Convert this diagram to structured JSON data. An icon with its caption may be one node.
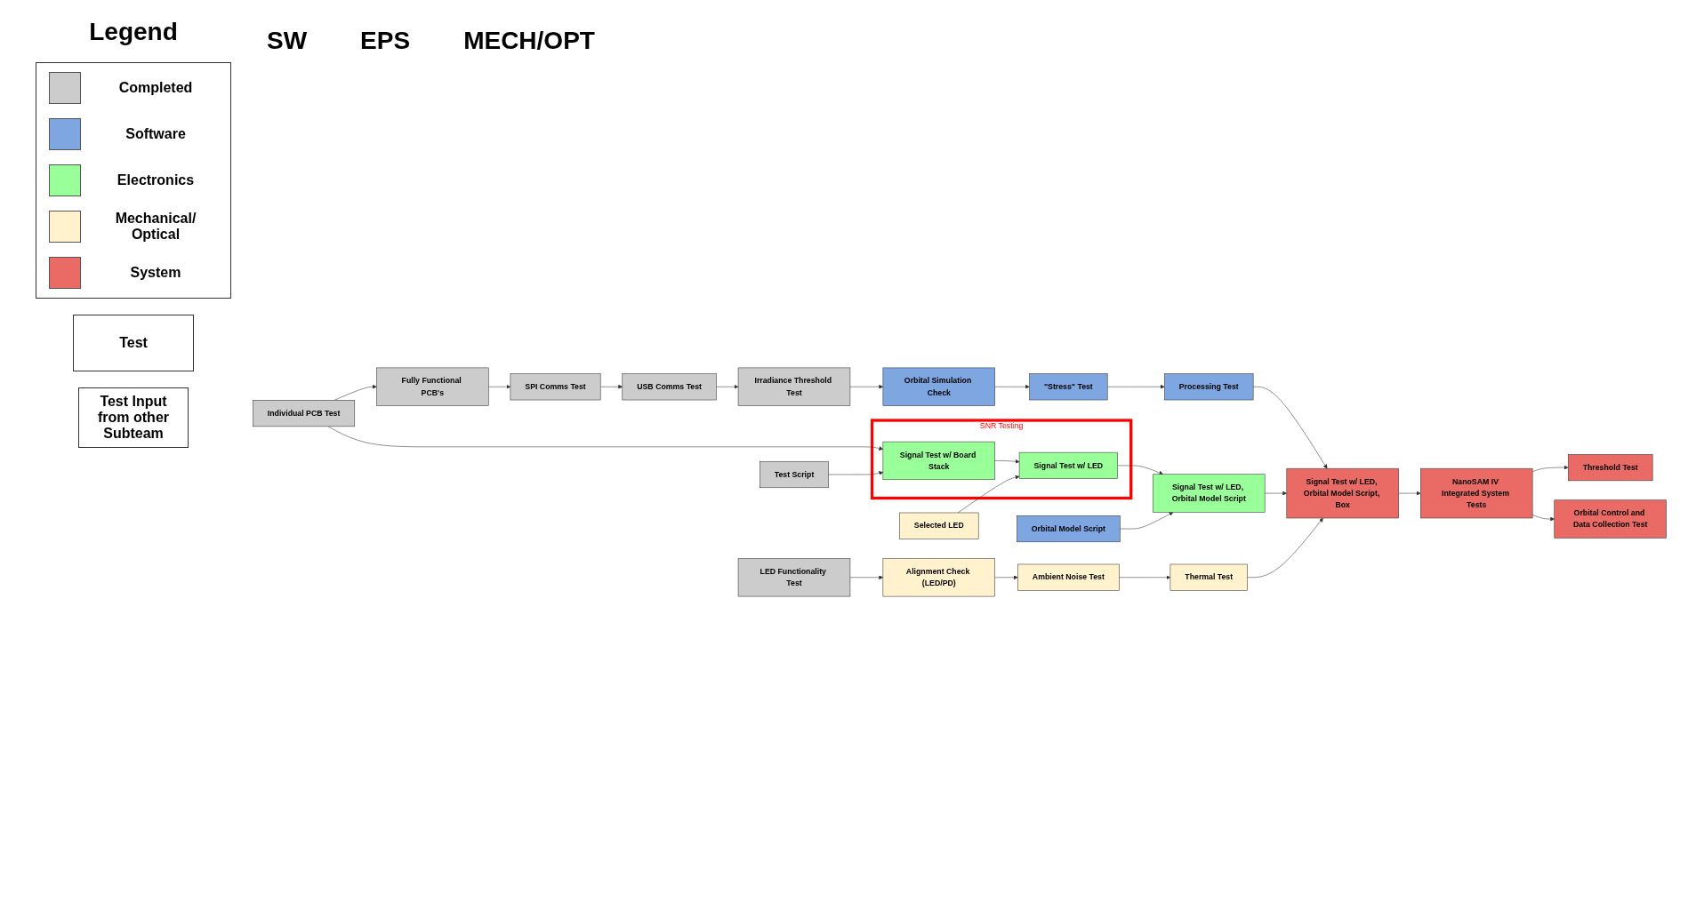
{
  "diagram": {
    "nodes": [
      {
        "text": [
          "Fully Functional PCB's"
        ]
      },
      {
        "text": [
          "SPI Comms Test"
        ]
      },
      {
        "text": [
          "USB Comms Test"
        ]
      },
      {
        "text": [
          "Irradiance Threshold Test"
        ]
      },
      {
        "text": [
          "Orbital Simulation Check"
        ]
      },
      {
        "text": [
          "\"Stress\" Test"
        ]
      },
      {
        "text": [
          "Processing Test"
        ]
      },
      {
        "text": [
          "Test Script"
        ]
      },
      {
        "text": [
          "Orbital Model Script"
        ]
      },
      {
        "text": [
          "SNR Testing"
        ]
      },
      {
        "text": [
          "Individual PCB Test"
        ]
      },
      {
        "text": [
          "Signal Test w/ Board Stack"
        ],
        "in": 9
      },
      {
        "text": [
          "Signal Test w/ LED"
        ],
        "in": 9
      },
      {
        "text": [
          "Signal Test w/ LED, Orbital Model Script"
        ]
      },
      {
        "text": [
          "Signal Test w/ LED, Orbital Model Script, Box"
        ]
      },
      {
        "text": [
          "Threshold Test"
        ]
      },
      {
        "text": [
          "NanoSAM IV Integrated System Tests"
        ]
      },
      {
        "text": [
          "Orbital Control and Data Collection Test"
        ]
      },
      {
        "text": [
          "Selected LED"
        ]
      },
      {
        "text": [
          "LED Functionality Test"
        ]
      },
      {
        "text": [
          "Alignment Check (LED/PD)"
        ]
      },
      {
        "text": [
          "Ambient Noise Test"
        ]
      },
      {
        "text": [
          "Thermal Test"
        ]
      }
    ],
    "edges": [
      {
        "from": 0,
        "to": 1,
        "arrow": "to"
      },
      {
        "from": 1,
        "to": 2,
        "arrow": "to"
      },
      {
        "from": 2,
        "to": 3,
        "arrow": "to"
      },
      {
        "from": 3,
        "to": 4,
        "arrow": "to"
      },
      {
        "from": 4,
        "to": 5,
        "arrow": "to"
      },
      {
        "from": 5,
        "to": 6,
        "arrow": "to"
      },
      {
        "from": 6,
        "to": 14,
        "arrow": "to"
      },
      {
        "from": 10,
        "to": 0,
        "arrow": "to"
      },
      {
        "from": 10,
        "to": 11,
        "arrow": "to"
      },
      {
        "from": 7,
        "to": 11,
        "arrow": "to"
      },
      {
        "from": 11,
        "to": 12,
        "arrow": "to"
      },
      {
        "from": 18,
        "to": 12,
        "arrow": "to"
      },
      {
        "from": 12,
        "to": 13,
        "arrow": "to"
      },
      {
        "from": 8,
        "to": 13,
        "arrow": "to"
      },
      {
        "from": 13,
        "to": 14,
        "arrow": "to"
      },
      {
        "from": 14,
        "to": 16,
        "arrow": "to"
      },
      {
        "from": 16,
        "to": 15,
        "arrow": "to"
      },
      {
        "from": 16,
        "to": 17,
        "arrow": "to"
      },
      {
        "from": 19,
        "to": 20,
        "arrow": "to"
      },
      {
        "from": 20,
        "to": 21,
        "arrow": "to"
      },
      {
        "from": 21,
        "to": 22,
        "arrow": "to"
      },
      {
        "from": 22,
        "to": 14,
        "arrow": "to"
      }
    ],
    "labels": [
      "Legend",
      "SW",
      "EPS",
      "MECH/OPT"
    ],
    "legend": [
      {
        "text": "Completed",
        "color": "#cccccc"
      },
      {
        "text": "Software",
        "color": "#7ea6e0"
      },
      {
        "text": "Electronics",
        "color": "#99ff99"
      },
      {
        "text": "Mechanical/ Optical",
        "color": "#fff2cc"
      },
      {
        "text": "System",
        "color": "#ea6b66"
      },
      {
        "text": "Test"
      },
      {
        "text": "Test Input from other Subteam"
      }
    ]
  }
}
